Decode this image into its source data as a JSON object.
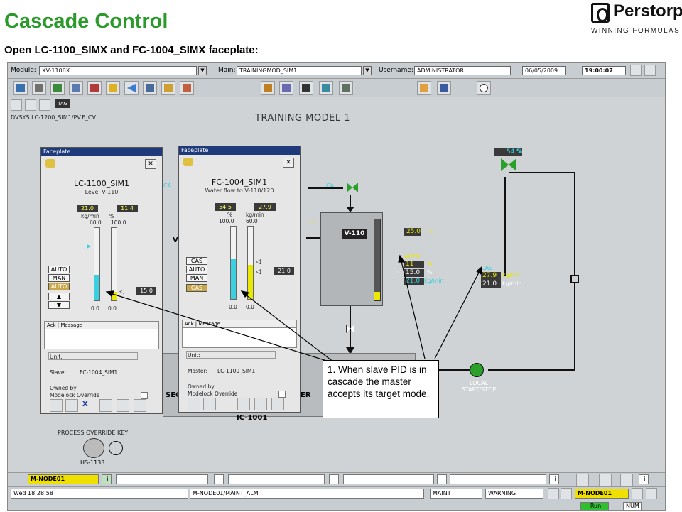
{
  "slide": {
    "title": "Cascade Control",
    "subtitle": "Open LC-1100_SIMX and FC-1004_SIMX faceplate:",
    "logo_text": "Perstorp",
    "logo_tag": "WINNING FORMULAS"
  },
  "topbar": {
    "module_label": "Module:",
    "module_value": "XV-1106X",
    "main_label": "Main:",
    "main_value": "TRAININGMOD_SIM1",
    "user_label": "Username:",
    "user_value": "ADMINISTRATOR",
    "date": "06/05/2009",
    "time": "19:00:07"
  },
  "toolbar_icons": [
    "trend-icon",
    "printer-icon",
    "gauge-icon",
    "display-icon",
    "books-icon",
    "folder-icon",
    "back-arrow-icon",
    "window-icon",
    "stack-icon",
    "grid-icon",
    "spark-icon",
    "users-icon",
    "waveform-icon",
    "chart-icon",
    "tools-icon",
    "export-icon",
    "network-icon",
    "clock-icon"
  ],
  "nav": {
    "tag_badge": "TAG",
    "path": "DVSYS.LC-1200_SIM1/PV.F_CV"
  },
  "process": {
    "title": "TRAINING MODEL 1",
    "tank_label": "V-110",
    "valve_top_value": "54.5",
    "valve_top_unit": "%",
    "ca_label_1": "CA",
    "ca_label_2": "CA",
    "ls_label": "LS",
    "temp_value": "25.0",
    "temp_unit": "°C",
    "lc_mode": "AUTO",
    "lc_out": "11",
    "lc_out_unit": "%",
    "lc_sp": "15.0",
    "lc_sp_unit": "%",
    "lc_flow": "21.0",
    "lc_flow_unit": "kg/min",
    "fc_mode": "CAS",
    "fc_sp": "27.9",
    "fc_sp_unit": "kg/min",
    "fc_pv": "21.0",
    "fc_pv_unit": "kg/min",
    "pump_label_1": "LOCAL",
    "pump_label_2": "START/STOP",
    "ic_label": "IC-1001",
    "seq_label": "SEC",
    "er_label": "ER",
    "override_label": "PROCESS OVERRIDE KEY",
    "hs_label": "HS-1133",
    "v_partial": "V"
  },
  "fp1": {
    "header": "Faceplate",
    "name": "LC-1100_SIM1",
    "desc": "Level V-110",
    "val_left": "21.0",
    "val_right": "11.4",
    "unit_left": "kg/min",
    "unit_right": "%",
    "scale_left_top": "60.0",
    "scale_right_top": "100.0",
    "scale_left_bot": "0.0",
    "scale_right_bot": "0.0",
    "sp_box": "15.0",
    "buttons": [
      "AUTO",
      "MAN",
      "AUTO"
    ],
    "ack": "Ack",
    "message": "Message",
    "unit_label": "Unit:",
    "slave_label": "Slave:",
    "slave_value": "FC-1004_SIM1",
    "owned_label": "Owned by:",
    "owned_value": "Modelock Override",
    "x_label": "X"
  },
  "fp2": {
    "header": "Faceplate",
    "name": "FC-1004_SIM1",
    "desc": "Water flow to V-110/120",
    "val_left": "54.5",
    "val_right": "27.9",
    "unit_left": "%",
    "unit_right": "kg/min",
    "scale_left_top": "100.0",
    "scale_right_top": "60.0",
    "scale_left_bot": "0.0",
    "scale_right_bot": "0.0",
    "sp_box": "21.0",
    "buttons": [
      "CAS",
      "AUTO",
      "MAN",
      "CAS"
    ],
    "ack": "Ack",
    "message": "Message",
    "unit_label": "Unit:",
    "master_label": "Master:",
    "master_value": "LC-1100_SIM1",
    "owned_label": "Owned by:",
    "owned_value": "Modelock Override"
  },
  "status1": {
    "node": "M-NODE01",
    "info": "i",
    "node_right": "M-NODE01"
  },
  "status2": {
    "datetime": "Wed 18:28:58",
    "alarm": "M-NODE01/MAINT_ALM",
    "maint": "MAINT",
    "warning": "WARNING"
  },
  "status3": {
    "run": "Run",
    "num": "NUM"
  },
  "callout": {
    "text": "1. When slave PID is in cascade the master accepts its target mode."
  },
  "colors": {
    "title_green": "#2a9a2a",
    "fp_header": "#1e3a7a",
    "cyan_bar": "#3ad0e0",
    "yellow_bar": "#e8e800",
    "node_yellow": "#f0e000"
  }
}
